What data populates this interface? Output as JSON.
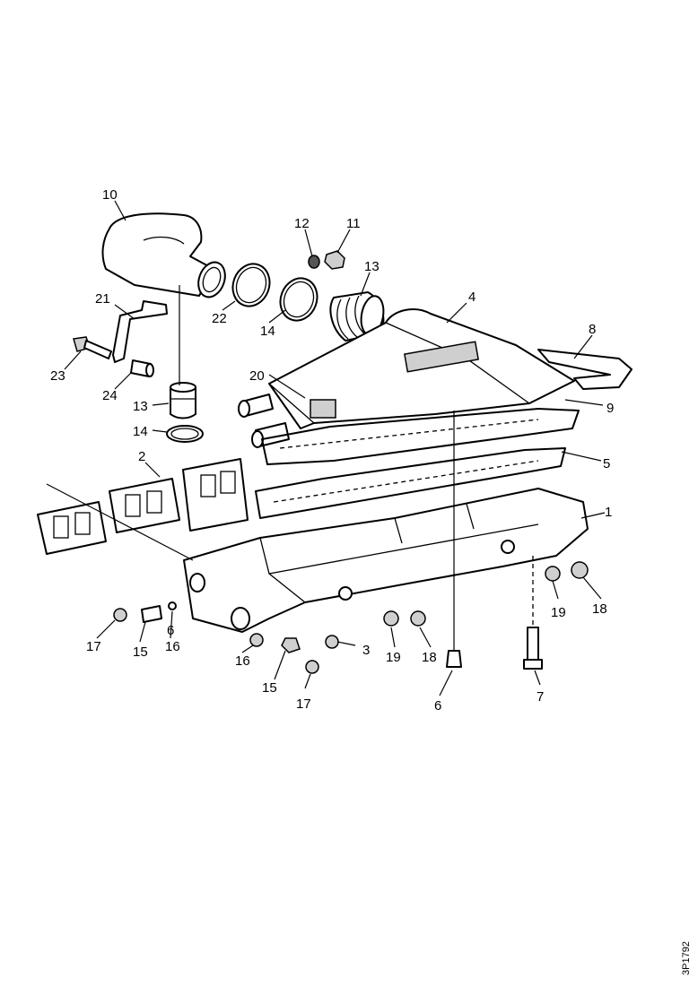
{
  "diagram": {
    "callouts": [
      {
        "id": "c10",
        "label": "10"
      },
      {
        "id": "c12",
        "label": "12"
      },
      {
        "id": "c11",
        "label": "11"
      },
      {
        "id": "c13a",
        "label": "13"
      },
      {
        "id": "c4",
        "label": "4"
      },
      {
        "id": "c8",
        "label": "8"
      },
      {
        "id": "c21",
        "label": "21"
      },
      {
        "id": "c22",
        "label": "22"
      },
      {
        "id": "c14a",
        "label": "14"
      },
      {
        "id": "c23",
        "label": "23"
      },
      {
        "id": "c24",
        "label": "24"
      },
      {
        "id": "c20",
        "label": "20"
      },
      {
        "id": "c9",
        "label": "9"
      },
      {
        "id": "c13b",
        "label": "13"
      },
      {
        "id": "c14b",
        "label": "14"
      },
      {
        "id": "c5",
        "label": "5"
      },
      {
        "id": "c2",
        "label": "2"
      },
      {
        "id": "c1",
        "label": "1"
      },
      {
        "id": "c19a",
        "label": "19"
      },
      {
        "id": "c18a",
        "label": "18"
      },
      {
        "id": "c17a",
        "label": "17"
      },
      {
        "id": "c15a",
        "label": "15"
      },
      {
        "id": "c6a",
        "label": "6"
      },
      {
        "id": "c16a",
        "label": "16"
      },
      {
        "id": "c16b",
        "label": "16"
      },
      {
        "id": "c3",
        "label": "3"
      },
      {
        "id": "c19b",
        "label": "19"
      },
      {
        "id": "c18b",
        "label": "18"
      },
      {
        "id": "c15b",
        "label": "15"
      },
      {
        "id": "c17b",
        "label": "17"
      },
      {
        "id": "c6b",
        "label": "6"
      },
      {
        "id": "c7",
        "label": "7"
      }
    ],
    "reference_number": "3P1792"
  }
}
